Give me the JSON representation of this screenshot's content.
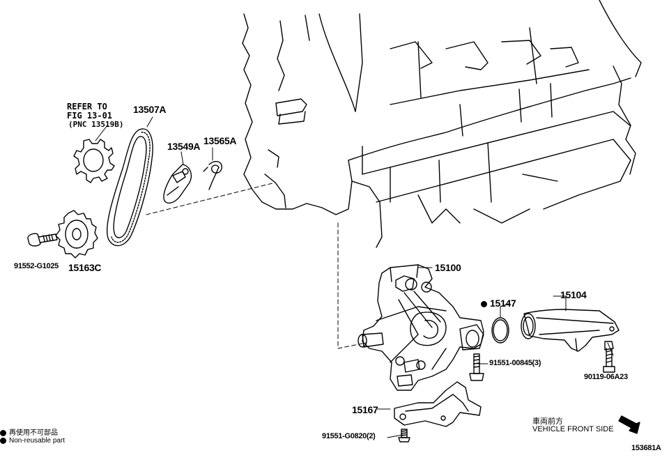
{
  "refer": {
    "line1": "REFER TO",
    "line2": "FIG 13-01",
    "line3": "(PNC 13519B)"
  },
  "parts": {
    "p13507A": "13507A",
    "p13549A": "13549A",
    "p13565A": "13565A",
    "p91552": "91552-G1025",
    "p15163C": "15163C",
    "p15100": "15100",
    "p15147": "15147",
    "p15104": "15104",
    "p91551a": "91551-00845(3)",
    "p90119": "90119-06A23",
    "p15167": "15167",
    "p91551b": "91551-G0820(2)"
  },
  "legend": {
    "jp": "再使用不可部品",
    "en": "Non-reusable part"
  },
  "direction": {
    "jp": "車両前方",
    "en": "VEHICLE FRONT SIDE"
  },
  "figure_id": "153681A"
}
